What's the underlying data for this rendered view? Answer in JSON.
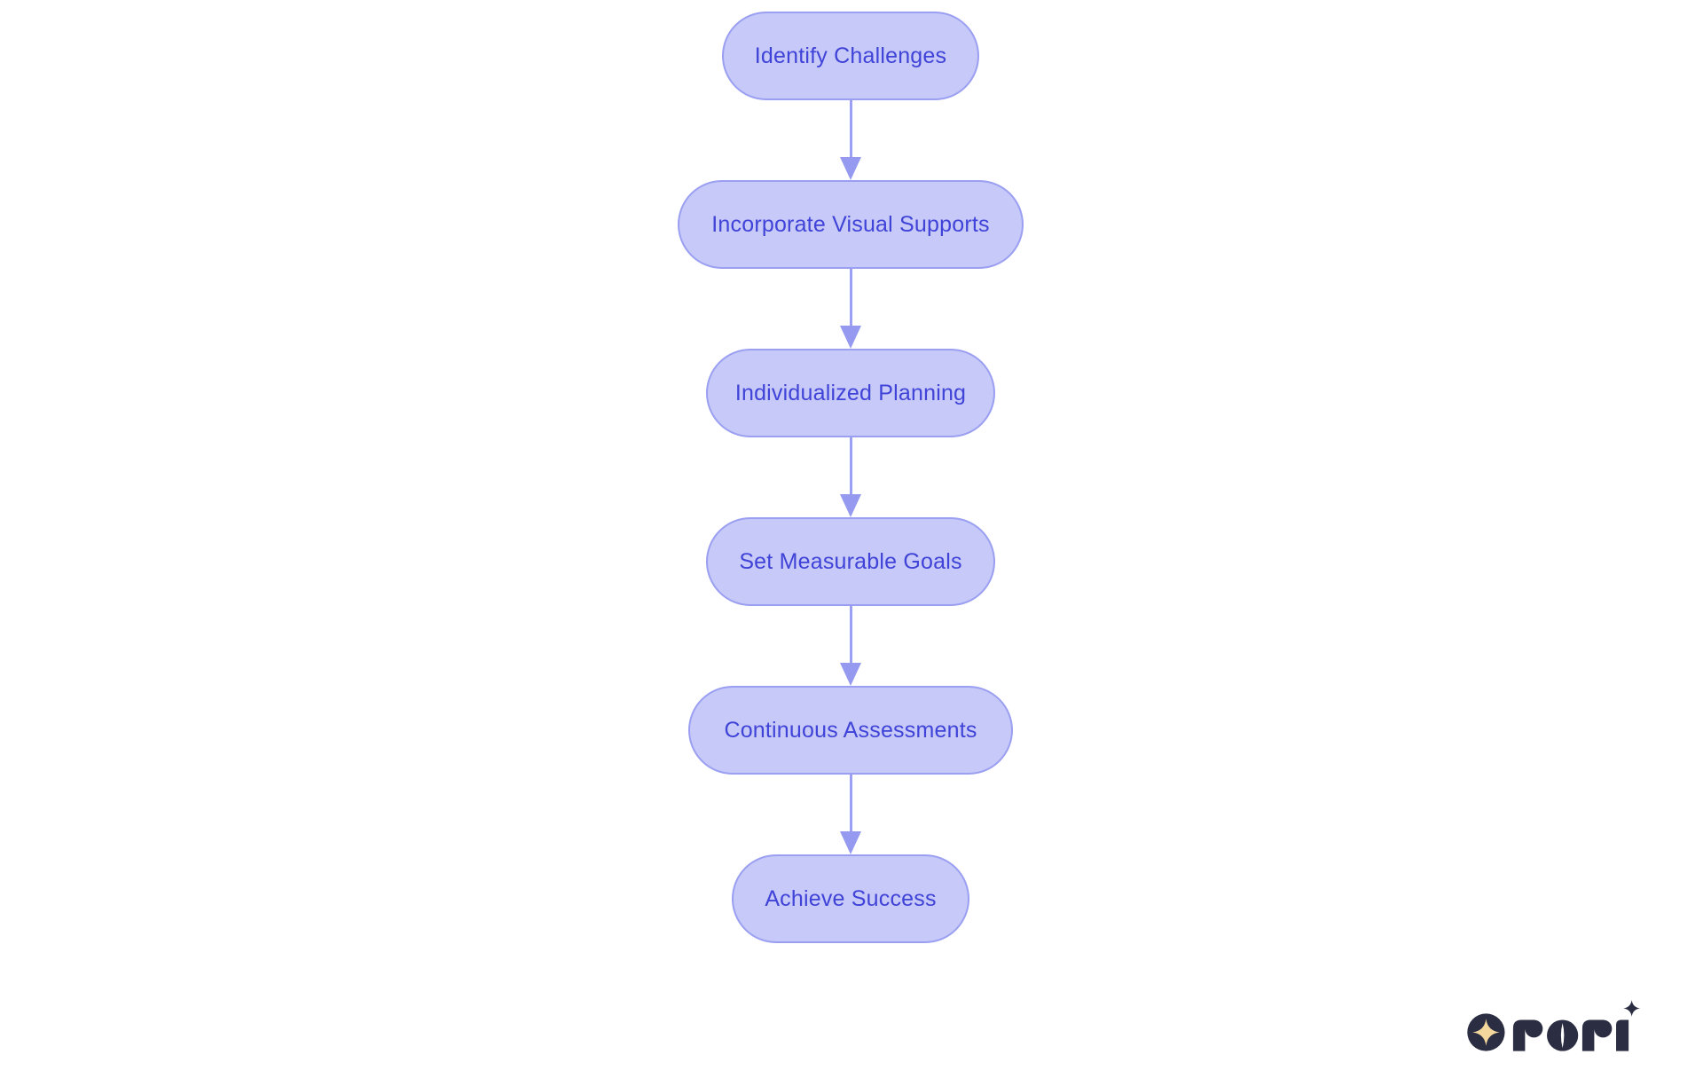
{
  "diagram": {
    "type": "flowchart",
    "direction": "top-down",
    "nodes": [
      {
        "id": "n1",
        "label": "Identify Challenges"
      },
      {
        "id": "n2",
        "label": "Incorporate Visual Supports"
      },
      {
        "id": "n3",
        "label": "Individualized Planning"
      },
      {
        "id": "n4",
        "label": "Set Measurable Goals"
      },
      {
        "id": "n5",
        "label": "Continuous Assessments"
      },
      {
        "id": "n6",
        "label": "Achieve Success"
      }
    ],
    "edges": [
      {
        "from": "n1",
        "to": "n2"
      },
      {
        "from": "n2",
        "to": "n3"
      },
      {
        "from": "n3",
        "to": "n4"
      },
      {
        "from": "n4",
        "to": "n5"
      },
      {
        "from": "n5",
        "to": "n6"
      }
    ],
    "colors": {
      "background": "#ffffff",
      "node_fill": "#c7c9f8",
      "node_border": "#9a9ff1",
      "node_text": "#3f43d7",
      "arrow": "#9ba0f2"
    }
  },
  "branding": {
    "logo_text": "rori",
    "colors": {
      "navy": "#2b2d42",
      "gold": "#f3d79c"
    }
  }
}
